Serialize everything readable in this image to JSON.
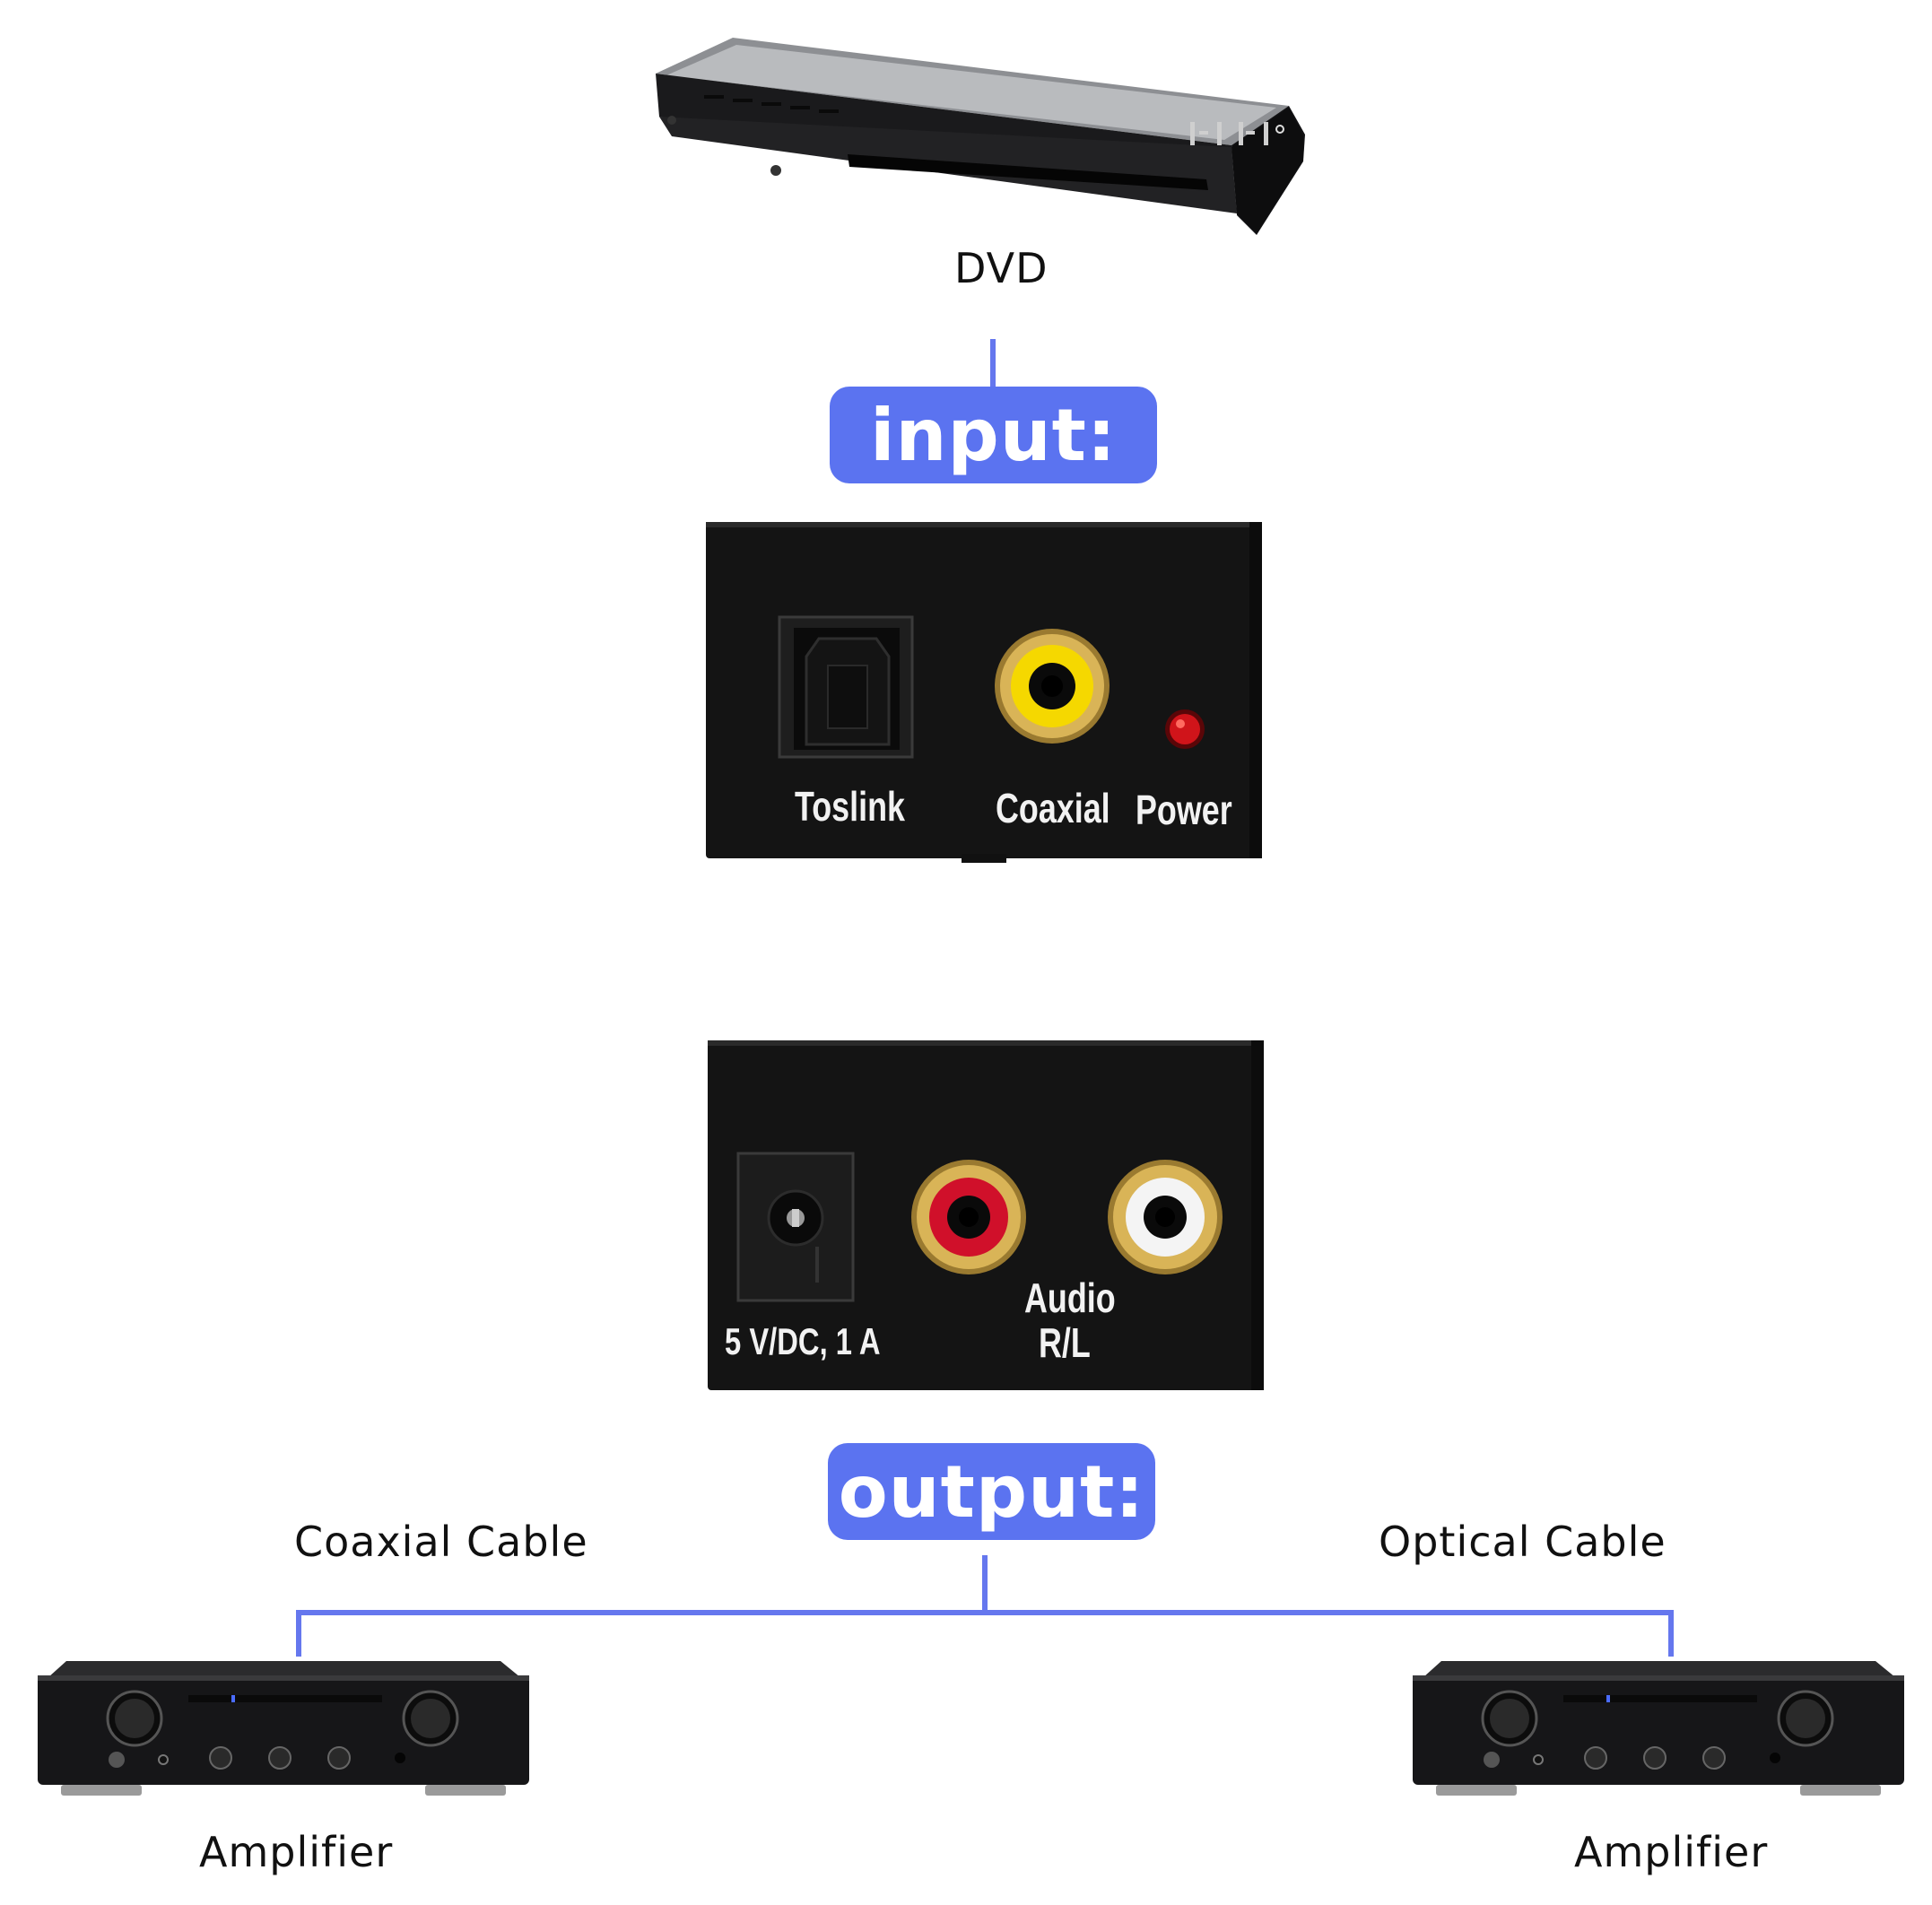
{
  "labels": {
    "dvd": "DVD",
    "input_pill": "input:",
    "output_pill": "output:",
    "coaxial_cable": "Coaxial Cable",
    "optical_cable": "Optical Cable",
    "amplifier_left": "Amplifier",
    "amplifier_right": "Amplifier"
  },
  "input_panel": {
    "toslink": "Toslink",
    "coaxial": "Coaxial",
    "power": "Power"
  },
  "output_panel": {
    "power_spec": "5 V/DC, 1 A",
    "audio": "Audio",
    "rl": "R/L"
  },
  "colors": {
    "accent": "#5B73F0",
    "device_black": "#161616",
    "rca_yellow": "#F5D800",
    "rca_red": "#D0102A",
    "gold_ring": "#C8A24A",
    "led_red": "#D0141A"
  }
}
